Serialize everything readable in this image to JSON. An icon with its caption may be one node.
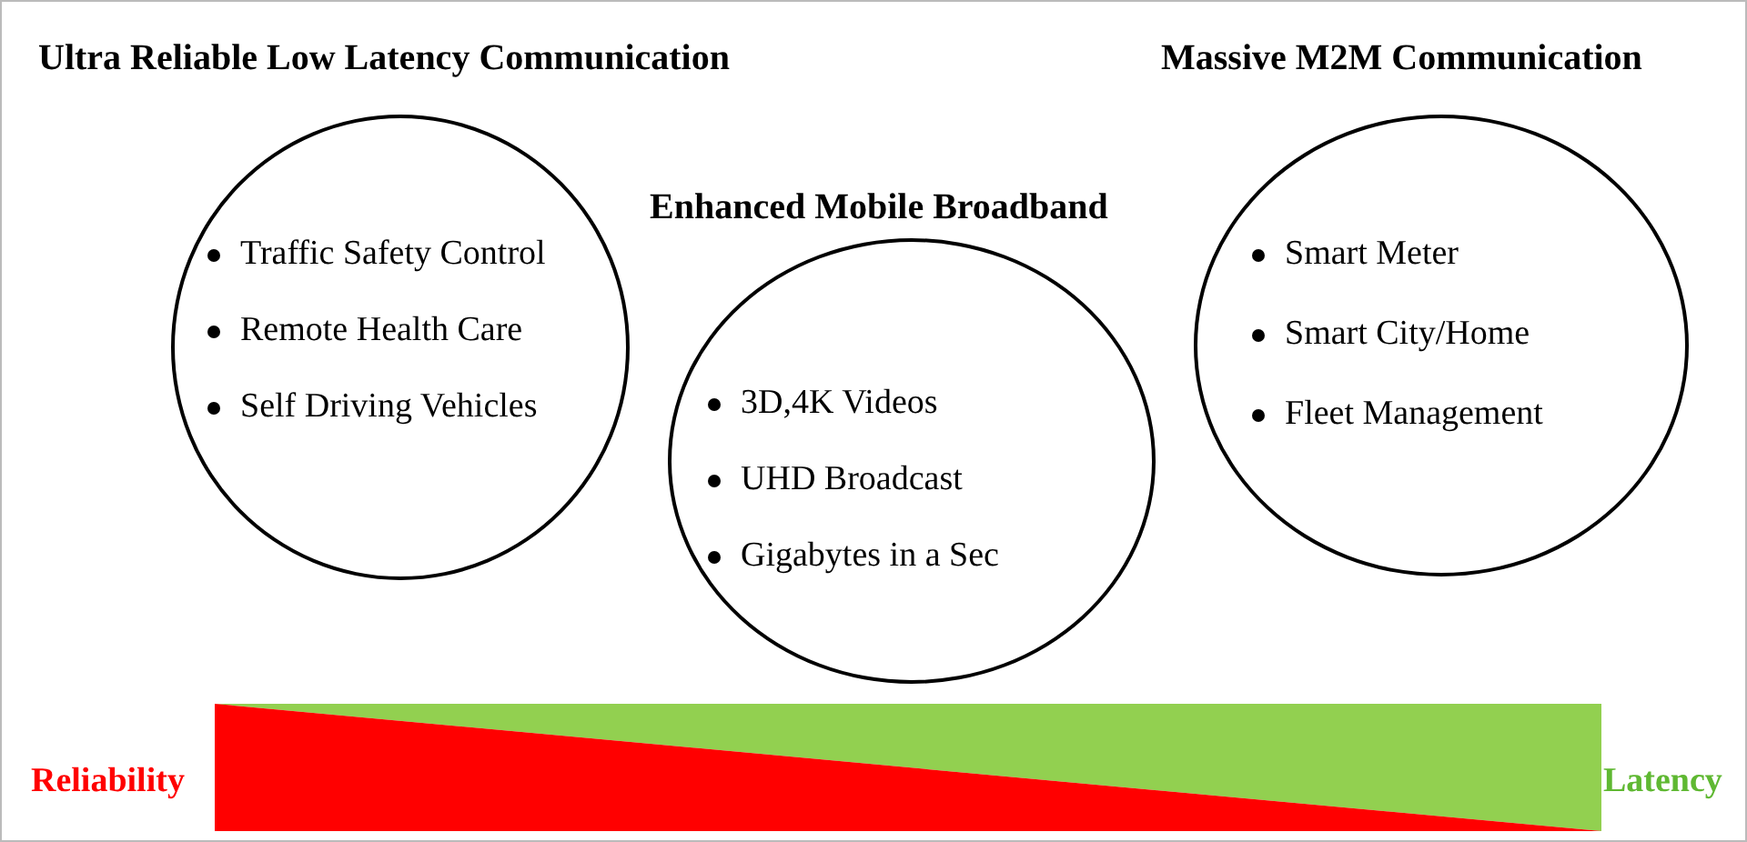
{
  "diagram": {
    "nodes": [
      {
        "text": [
          "Ultra Reliable Low Latency Communication",
          "Traffic Safety Control",
          "Remote Health Care",
          "Self  Driving Vehicles"
        ]
      },
      {
        "text": [
          "Enhanced Mobile Broadband",
          "3D,4K Videos",
          "UHD Broadcast",
          "Gigabytes in a Sec"
        ]
      },
      {
        "text": [
          "Massive M2M Communication",
          "Smart Meter",
          "Smart City/Home",
          "Fleet Management"
        ]
      }
    ],
    "edges": [],
    "labels": [
      "Reliability",
      "Latency"
    ]
  }
}
